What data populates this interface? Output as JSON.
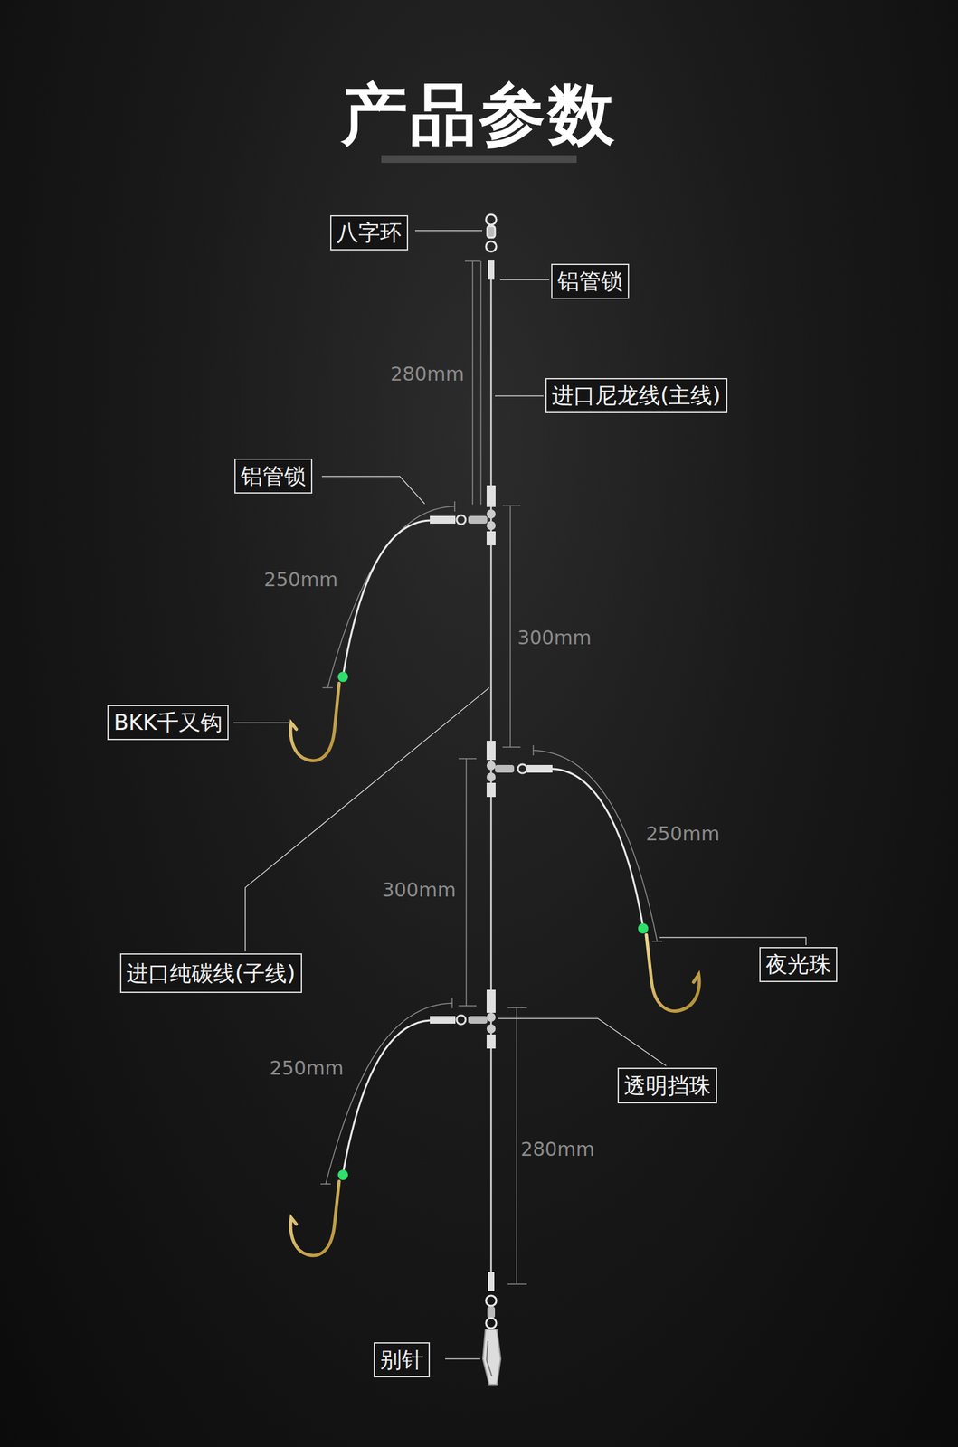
{
  "diagram": {
    "title": "产品参数",
    "nodes": [
      {
        "text": [
          "八字环"
        ]
      },
      {
        "text": [
          "铝管锁"
        ]
      },
      {
        "text": [
          "进口尼龙线(主线)"
        ]
      },
      {
        "text": [
          "铝管锁"
        ]
      },
      {
        "text": [
          "BKK千又钩"
        ]
      },
      {
        "text": [
          "夜光珠"
        ]
      },
      {
        "text": [
          "进口纯碳线(子线)"
        ]
      },
      {
        "text": [
          "透明挡珠"
        ]
      },
      {
        "text": [
          "别针"
        ]
      }
    ],
    "labels": [
      "280mm",
      "250mm",
      "300mm",
      "250mm",
      "300mm",
      "250mm",
      "280mm"
    ]
  }
}
